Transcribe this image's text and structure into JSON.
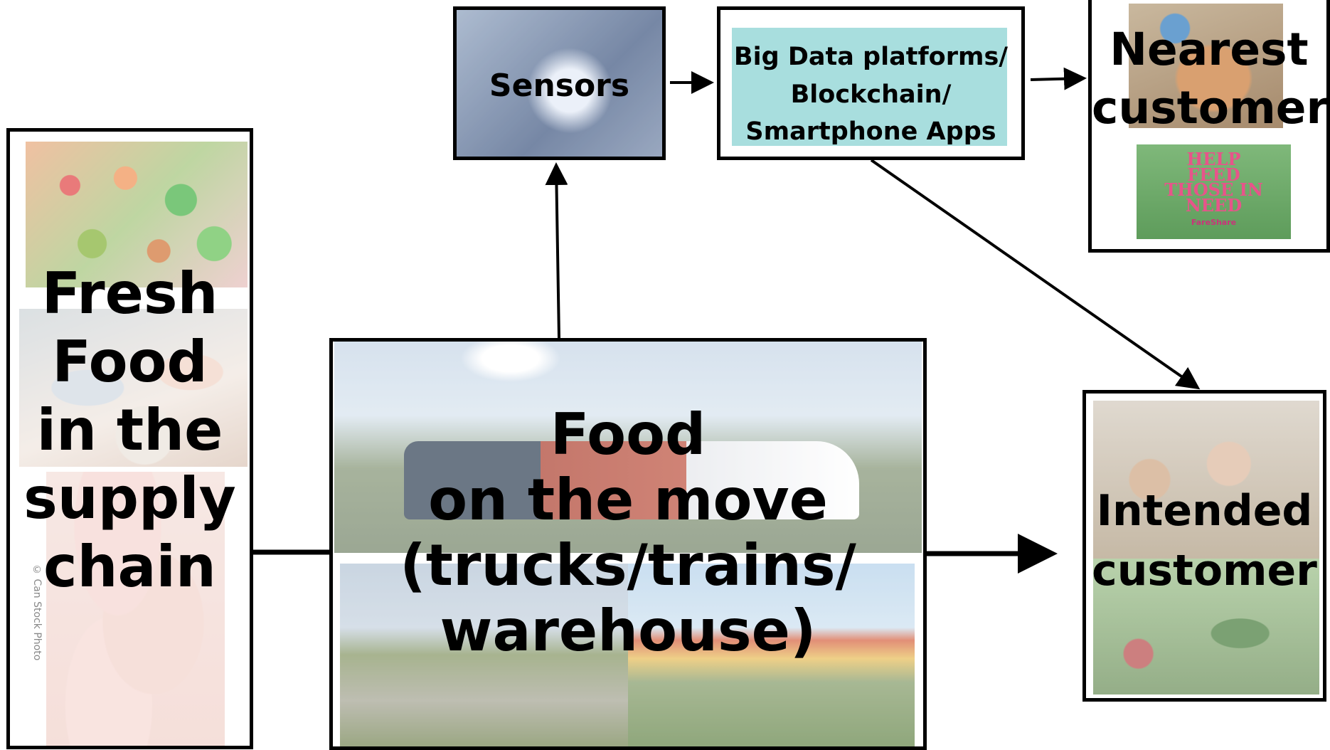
{
  "nodes": {
    "fresh_food": "Fresh\nFood\nin the\nsupply\nchain",
    "sensors": "Sensors",
    "platforms": "Big Data platforms/\nBlockchain/\nSmartphone Apps",
    "nearest": "Nearest\ncustomer",
    "food_move": "Food\non the move\n(trucks/trains/\nwarehouse)",
    "intended": "Intended\ncustomer"
  },
  "image_text": {
    "credit": "© Can Stock Photo",
    "help_feed": "HELP\nFEED\nTHOSE IN\nNEED",
    "fareshare": "FareShare"
  },
  "colors": {
    "platforms_bg": "#a8dede",
    "line": "#000000"
  }
}
